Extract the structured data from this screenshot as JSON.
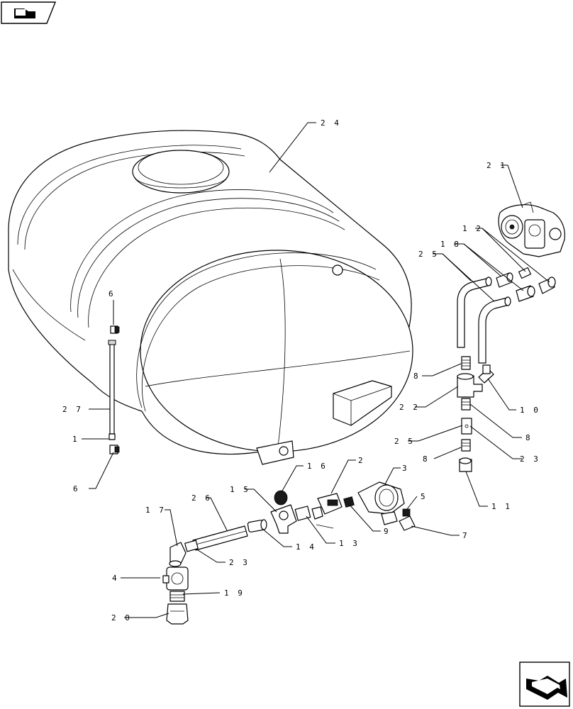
{
  "callouts": [
    {
      "id": "c24",
      "label": "2 4"
    },
    {
      "id": "c21",
      "label": "2 1"
    },
    {
      "id": "c12",
      "label": "1 2"
    },
    {
      "id": "c18",
      "label": "1 8"
    },
    {
      "id": "c25a",
      "label": "2 5"
    },
    {
      "id": "c6a",
      "label": "6"
    },
    {
      "id": "c8a",
      "label": "8"
    },
    {
      "id": "c10",
      "label": "1 0"
    },
    {
      "id": "c22",
      "label": "2 2"
    },
    {
      "id": "c8b",
      "label": "8"
    },
    {
      "id": "c27",
      "label": "2 7"
    },
    {
      "id": "c25b",
      "label": "2 5"
    },
    {
      "id": "c23a",
      "label": "2 3"
    },
    {
      "id": "c1",
      "label": "1"
    },
    {
      "id": "c8c",
      "label": "8"
    },
    {
      "id": "c6b",
      "label": "6"
    },
    {
      "id": "c11",
      "label": "1 1"
    },
    {
      "id": "c16",
      "label": "1 6"
    },
    {
      "id": "c2",
      "label": "2"
    },
    {
      "id": "c3",
      "label": "3"
    },
    {
      "id": "c15",
      "label": "1 5"
    },
    {
      "id": "c26",
      "label": "2 6"
    },
    {
      "id": "c5",
      "label": "5"
    },
    {
      "id": "c17",
      "label": "1 7"
    },
    {
      "id": "c9",
      "label": "9"
    },
    {
      "id": "c7",
      "label": "7"
    },
    {
      "id": "c14",
      "label": "1 4"
    },
    {
      "id": "c13",
      "label": "1 3"
    },
    {
      "id": "c23b",
      "label": "2 3"
    },
    {
      "id": "c4",
      "label": "4"
    },
    {
      "id": "c19",
      "label": "1 9"
    },
    {
      "id": "c20",
      "label": "2 0"
    }
  ],
  "icons": {
    "top_left": "book-pages-icon",
    "bottom_right": "next-page-arrow-icon"
  },
  "colors": {
    "line": "#000000",
    "background": "#ffffff"
  }
}
